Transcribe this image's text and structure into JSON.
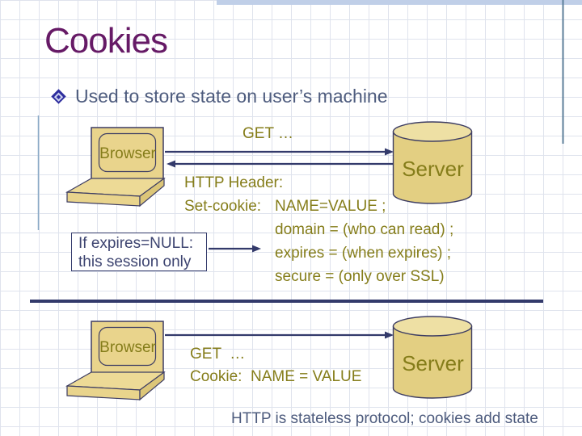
{
  "colors": {
    "title": "#661a66",
    "slate": "#4e5c7e",
    "olive": "#857d1a",
    "navy": "#333a6b",
    "tan": "#e9d48c",
    "tan_light": "#edda96",
    "tan_dark": "#dcc678",
    "outline": "#3d3d63",
    "server_body": "#e3cf82",
    "server_top": "#eee0a4",
    "grid": "#dfe3ed",
    "bar_blue": "#c0cfe8",
    "vline_left": "#8aa9c6",
    "vline_right": "#5d7f9a",
    "bg": "#ffffff"
  },
  "title": "Cookies",
  "bullet": {
    "text": "Used to store state on user’s machine"
  },
  "diagram1": {
    "browser": "Browser",
    "server": "Server",
    "request": "GET …",
    "http_header": "HTTP Header:",
    "set_cookie_label": "Set-cookie:",
    "set_cookie_value": "NAME=VALUE ;",
    "domain_line": "domain = (who can read) ;",
    "expires_line": "expires = (when expires) ;",
    "secure_line": "secure = (only over SSL)",
    "note_line1": "If expires=NULL:",
    "note_line2": "this session only"
  },
  "diagram2": {
    "browser": "Browser",
    "server": "Server",
    "request_line1": "GET  …",
    "request_line2": "Cookie:  NAME = VALUE"
  },
  "footer": "HTTP is stateless protocol; cookies add state"
}
